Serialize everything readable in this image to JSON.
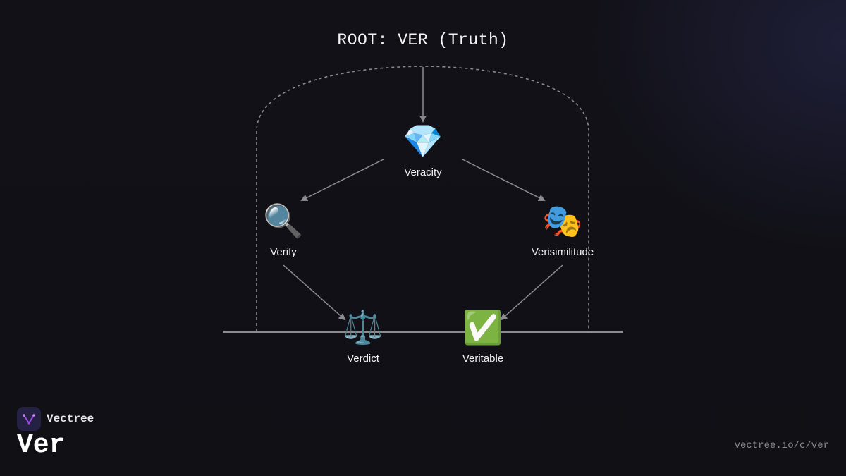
{
  "root": {
    "title": "ROOT: VER (Truth)"
  },
  "nodes": {
    "veracity": {
      "icon": "💎",
      "icon_name": "gem-icon",
      "label": "Veracity"
    },
    "verify": {
      "icon": "🔍",
      "icon_name": "magnifying-glass-icon",
      "label": "Verify"
    },
    "verisimilitude": {
      "icon": "🎭",
      "icon_name": "theater-masks-icon",
      "label": "Verisimilitude"
    },
    "verdict": {
      "icon": "⚖️",
      "icon_name": "balance-scale-icon",
      "label": "Verdict"
    },
    "veritable": {
      "icon": "✅",
      "icon_name": "check-mark-icon",
      "label": "Veritable"
    }
  },
  "edges": [
    {
      "from": "root",
      "to": "veracity"
    },
    {
      "from": "veracity",
      "to": "verify"
    },
    {
      "from": "veracity",
      "to": "verisimilitude"
    },
    {
      "from": "verify",
      "to": "verdict"
    },
    {
      "from": "verisimilitude",
      "to": "veritable"
    }
  ],
  "brand": {
    "name": "Vectree",
    "logo_icon": "vectree-logo-icon"
  },
  "word": "Ver",
  "url": "vectree.io/c/ver",
  "colors": {
    "background": "#111016",
    "edge": "#8c8c90",
    "dashed_outline": "#8a8a8e",
    "baseline": "#8c8c90",
    "text": "#f2f2f4",
    "url": "#8a8a92",
    "logo_bg": "#252145",
    "logo_accent": "#9b4de0"
  }
}
